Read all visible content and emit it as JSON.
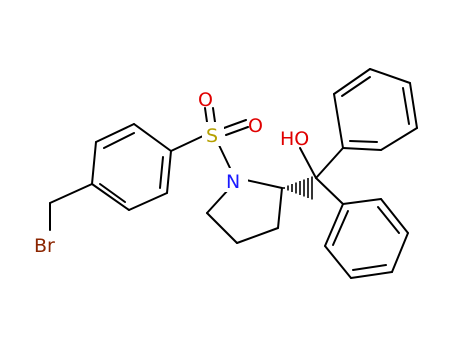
{
  "atoms": {
    "bromine": "Br",
    "sulfur": "S",
    "oxygen_top": "O",
    "oxygen_right": "O",
    "nitrogen": "N",
    "hydroxyl": "HO"
  },
  "colors": {
    "bond": "#000000",
    "sulfur": "#b5a000",
    "oxygen": "#e00000",
    "nitrogen": "#1a1aff",
    "bromine": "#8b2500",
    "background": "#ffffff"
  }
}
